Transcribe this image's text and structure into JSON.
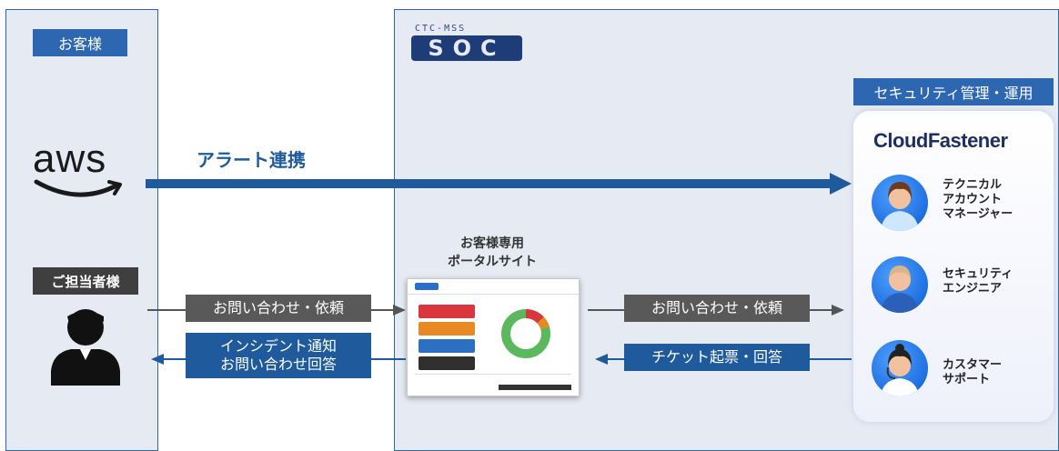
{
  "customer_panel": {
    "title": "お客様",
    "contact_label": "ご担当者様",
    "aws_logo_text": "aws"
  },
  "soc_panel": {
    "logo_top": "CTC-MSS",
    "logo_main": "SOC"
  },
  "arrows": {
    "alert_label": "アラート連携",
    "inquiry_left": "お問い合わせ・依頼",
    "incident_notice": [
      "インシデント通知",
      "お問い合わせ回答"
    ],
    "inquiry_right": "お問い合わせ・依頼",
    "ticket": "チケット起票・回答"
  },
  "portal": {
    "caption": [
      "お客様専用",
      "ポータルサイト"
    ]
  },
  "security_ops": {
    "title": "セキュリティ管理・運用",
    "brand_cloud": "Cloud",
    "brand_fastener": "Fastener",
    "roles": [
      {
        "name": [
          "テクニカル",
          "アカウント",
          "マネージャー"
        ]
      },
      {
        "name": [
          "セキュリティ",
          "エンジニア"
        ]
      },
      {
        "name": [
          "カスタマー",
          "サポート"
        ]
      }
    ]
  },
  "colors": {
    "accent_blue": "#2e67b1",
    "arrow_blue": "#1f5b9c",
    "panel_bg": "#e6ebf3",
    "dark_gray": "#595959"
  }
}
